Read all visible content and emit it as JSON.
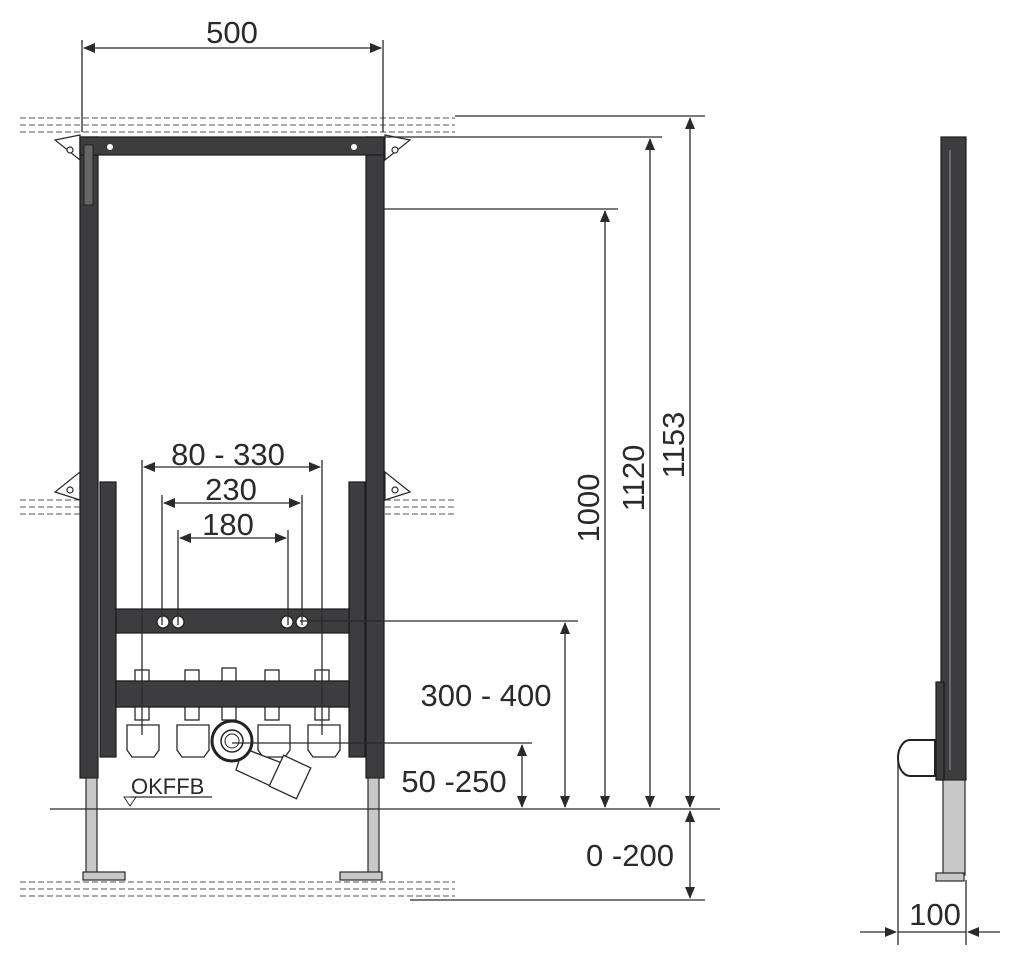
{
  "dimensions": {
    "width": "500",
    "height_total": "1153",
    "height_frame": "1120",
    "height_upper": "1000",
    "connection_height": "300 - 400",
    "drain_height": "50 -250",
    "leg_extension": "0 -200",
    "spacing_outer": "80 - 330",
    "spacing_mid": "230",
    "spacing_inner": "180",
    "depth": "100"
  },
  "labels": {
    "floor_level": "OKFFB"
  }
}
